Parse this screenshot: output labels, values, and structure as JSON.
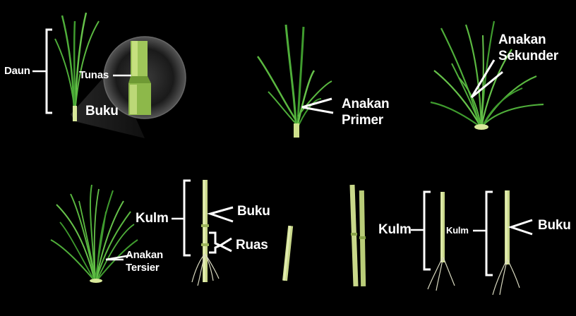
{
  "labels": {
    "daun": "Daun",
    "tunas": "Tunas",
    "buku_top": "Buku",
    "anakan_primer_1": "Anakan",
    "anakan_primer_2": "Primer",
    "anakan_sekunder_1": "Anakan",
    "anakan_sekunder_2": "Sekunder",
    "anakan_tersier_1": "Anakan",
    "anakan_tersier_2": "Tersier",
    "kulm_center": "Kulm",
    "buku_center": "Buku",
    "ruas": "Ruas",
    "kulm_right_1": "Kulm",
    "kulm_right_2": "Kulm",
    "buku_right": "Buku"
  },
  "colors": {
    "background": "#000000",
    "label": "#ffffff",
    "leaf": "#4fae3a",
    "leaf_light": "#8fd66a",
    "stem": "#c9d88a"
  }
}
